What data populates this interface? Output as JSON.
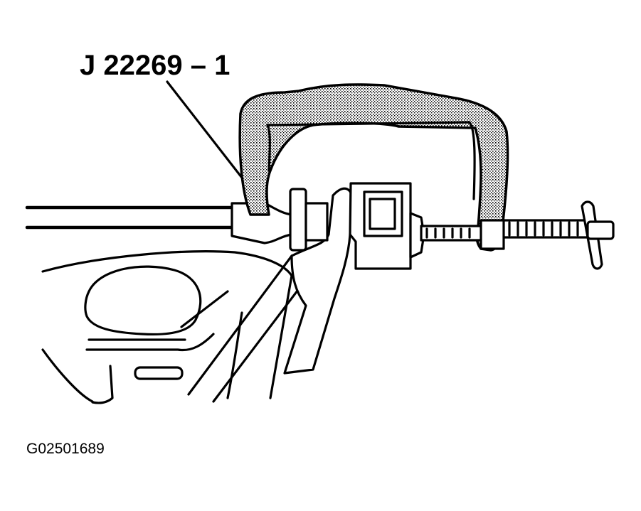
{
  "figure": {
    "tool_callout": "J 22269 – 1",
    "figure_id": "G02501689"
  },
  "colors": {
    "ink": "#000000",
    "clamp_fill": "stipple-gray",
    "background": "#ffffff"
  }
}
